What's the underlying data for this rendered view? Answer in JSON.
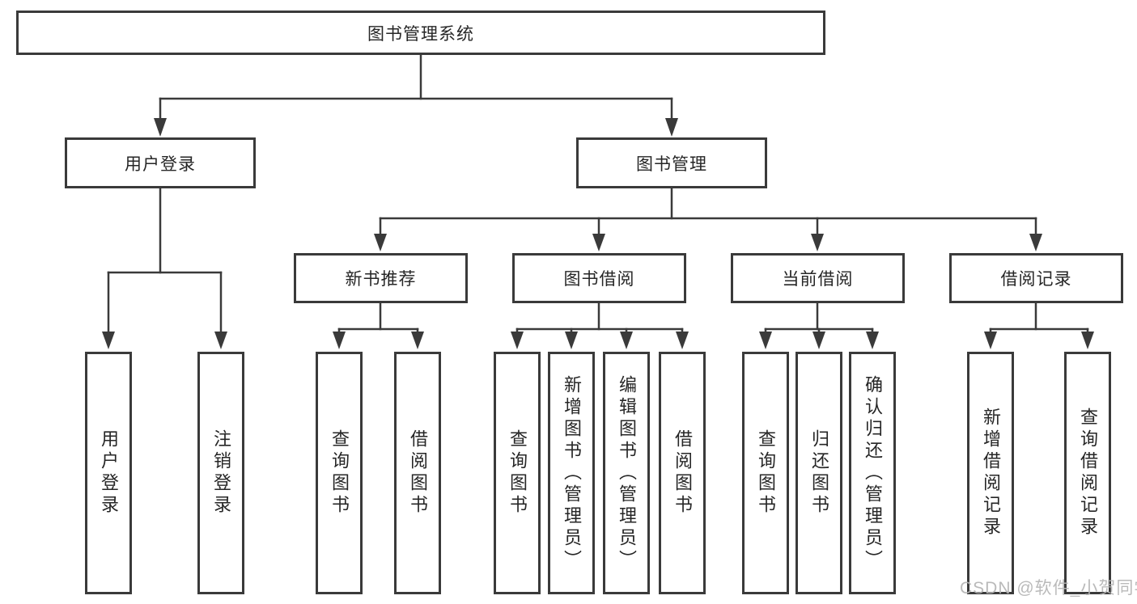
{
  "diagram": {
    "title_node": {
      "label": "图书管理系统"
    },
    "level2": [
      {
        "id": "user-login",
        "label": "用户登录"
      },
      {
        "id": "book-management",
        "label": "图书管理"
      }
    ],
    "level3": [
      {
        "id": "new-book-recommend",
        "label": "新书推荐"
      },
      {
        "id": "book-borrowing",
        "label": "图书借阅"
      },
      {
        "id": "current-borrowing",
        "label": "当前借阅"
      },
      {
        "id": "borrowing-records",
        "label": "借阅记录"
      }
    ],
    "leaves": [
      {
        "id": "user-login-action",
        "label": "用户登录"
      },
      {
        "id": "logout-action",
        "label": "注销登录"
      },
      {
        "id": "recommend-query-books",
        "label": "查询图书"
      },
      {
        "id": "recommend-borrow-books",
        "label": "借阅图书"
      },
      {
        "id": "borrowing-query-books",
        "label": "查询图书"
      },
      {
        "id": "borrowing-add-books",
        "label": "新增图书（管理员）"
      },
      {
        "id": "borrowing-edit-books",
        "label": "编辑图书（管理员）"
      },
      {
        "id": "borrowing-borrow-books",
        "label": "借阅图书"
      },
      {
        "id": "current-query-books",
        "label": "查询图书"
      },
      {
        "id": "current-return-books",
        "label": "归还图书"
      },
      {
        "id": "current-confirm-return",
        "label": "确认归还（管理员）"
      },
      {
        "id": "records-add-record",
        "label": "新增借阅记录"
      },
      {
        "id": "records-query-record",
        "label": "查询借阅记录"
      }
    ],
    "colors": {
      "line": "#3a3a3a",
      "text": "#262626",
      "background": "#ffffff",
      "watermark": "#b5b5b5"
    },
    "watermark": "CSDN @软件_小贺同学"
  }
}
